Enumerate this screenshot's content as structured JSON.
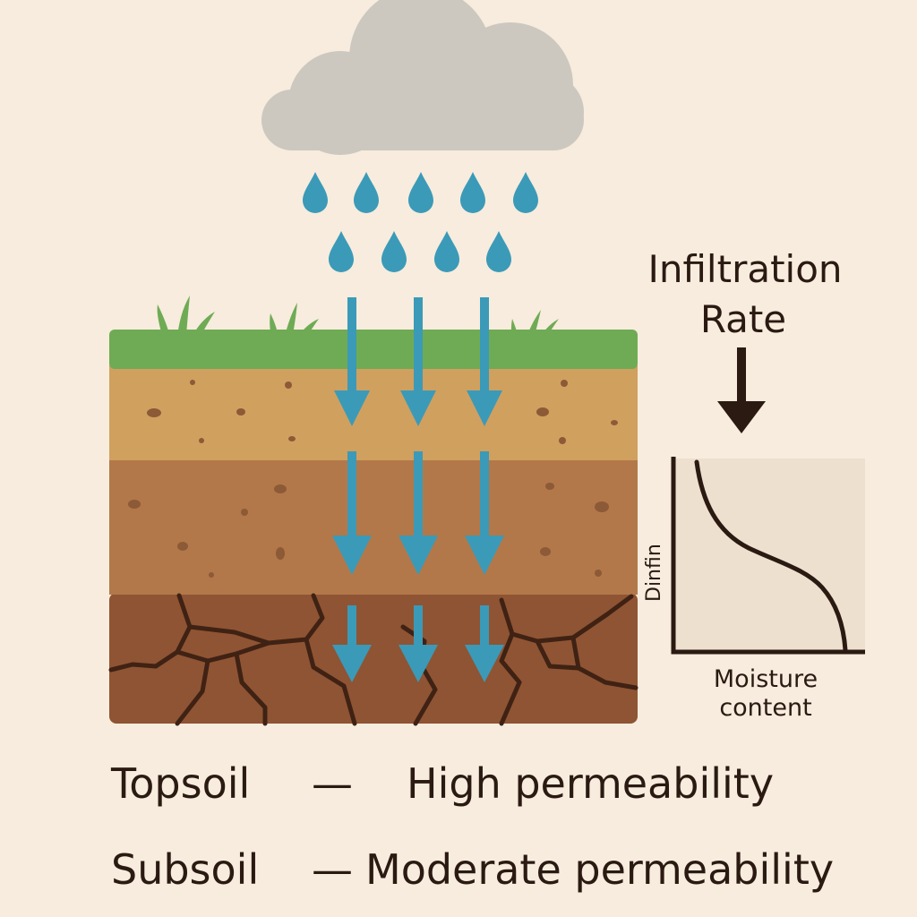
{
  "title": {
    "line1": "Infiltration",
    "line2": "Rate"
  },
  "graph": {
    "x_label_line1": "Moisture",
    "x_label_line2": "content",
    "y_label": "Dinfin"
  },
  "legend": [
    {
      "layer": "Topsoil",
      "dash": "—",
      "description": "High permeability"
    },
    {
      "layer": "Subsoil",
      "dash": "—",
      "description": "Moderate permeability"
    }
  ],
  "colors": {
    "background": "#f7ecdd",
    "cloud": "#cdc8bf",
    "water": "#3b9ab8",
    "grass": "#6fab55",
    "topsoil": "#d0a05f",
    "subsoil": "#b2784a",
    "bedrock": "#8f5433",
    "crack": "#3f2214",
    "graph_bg": "#ede0cf",
    "ink": "#2a1a12"
  }
}
